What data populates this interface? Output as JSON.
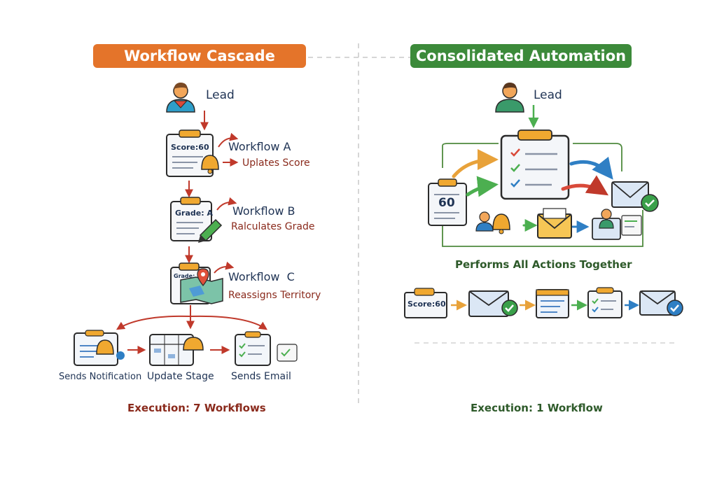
{
  "left": {
    "title": "Workflow Cascade",
    "lead": "Lead",
    "cards": {
      "score": "Score:60",
      "grade": "Grade: A",
      "grade_small": "Grade:"
    },
    "steps": [
      {
        "name": "Workflow A",
        "desc": "Uplates Score"
      },
      {
        "name": "Workflow B",
        "desc": "Ralculates Grade"
      },
      {
        "name": "Workflow  C",
        "desc": "Reassigns Territory"
      }
    ],
    "actions": [
      "Sends Notification",
      "Update Stage",
      "Sends Email"
    ],
    "execution": "Execution: 7 Workflows"
  },
  "right": {
    "title": "Consolidated Automation",
    "lead": "Lead",
    "score_card": "60",
    "caption": "Performs All Actions Together",
    "flow_card": "Score:60",
    "execution": "Execution: 1 Workflow"
  },
  "colors": {
    "left_accent": "#e4742a",
    "right_accent": "#3c8a3a",
    "navy": "#1f3354",
    "dark_red": "#8a2a1c",
    "arrow_red": "#c0392b",
    "arrow_orange": "#e8a23a",
    "arrow_blue": "#2f7fc4",
    "arrow_green": "#4caf50"
  }
}
